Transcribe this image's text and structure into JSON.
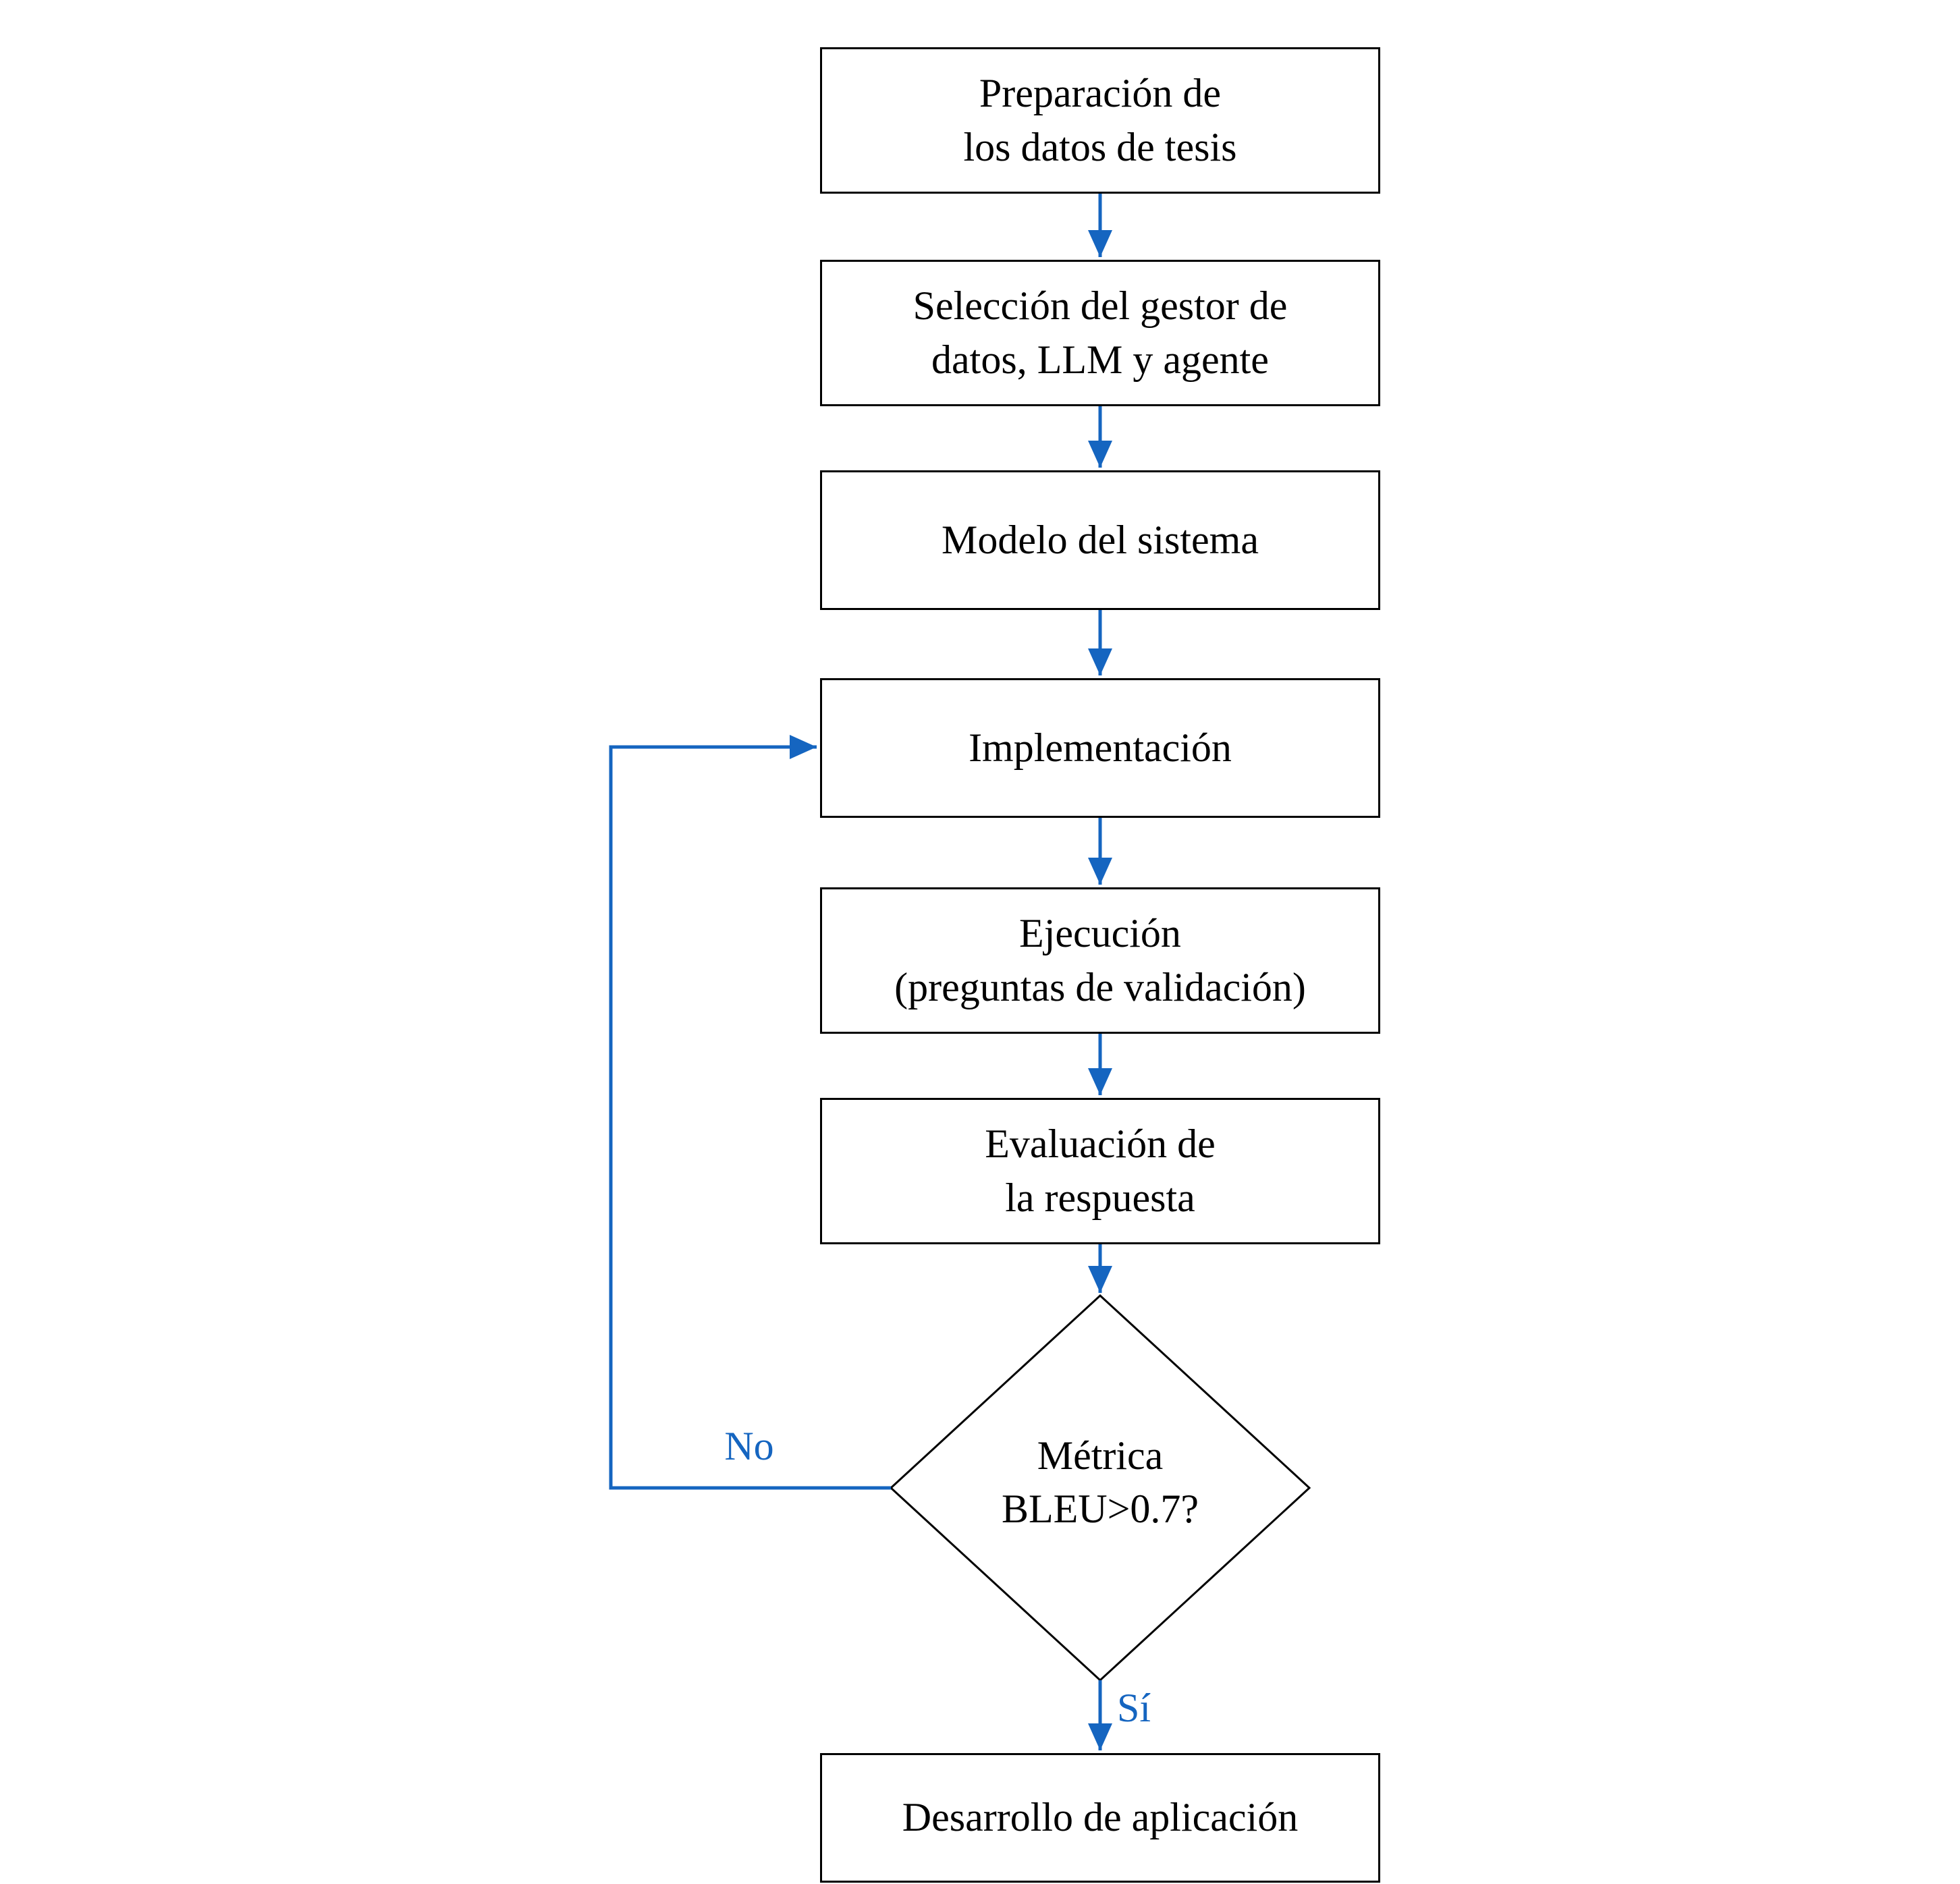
{
  "colors": {
    "accent_blue": "#1565c0",
    "node_border": "#000000",
    "background": "#ffffff"
  },
  "diagram": {
    "title": "",
    "nodes": [
      {
        "id": "preparacion",
        "type": "process",
        "label": "Preparación de\nlos datos de tesis"
      },
      {
        "id": "seleccion",
        "type": "process",
        "label": "Selección del gestor de\ndatos, LLM y agente"
      },
      {
        "id": "modelo",
        "type": "process",
        "label": "Modelo del sistema"
      },
      {
        "id": "implementacion",
        "type": "process",
        "label": "Implementación"
      },
      {
        "id": "ejecucion",
        "type": "process",
        "label": "Ejecución\n(preguntas de validación)"
      },
      {
        "id": "evaluacion",
        "type": "process",
        "label": "Evaluación de\nla respuesta"
      },
      {
        "id": "decision",
        "type": "decision",
        "label": "Métrica\nBLEU>0.7?"
      },
      {
        "id": "desarrollo",
        "type": "process",
        "label": "Desarrollo de aplicación"
      }
    ],
    "edge_labels": {
      "no": "No",
      "si": "Sí"
    }
  }
}
